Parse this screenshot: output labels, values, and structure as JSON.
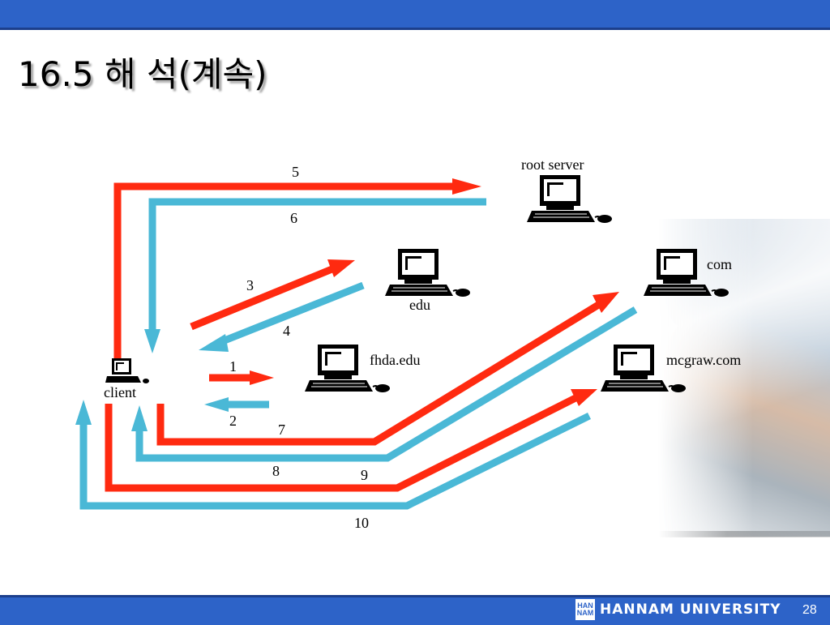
{
  "slide": {
    "title": "16.5 해 석(계속)",
    "page_number": "28"
  },
  "footer": {
    "university": "HANNAM UNIVERSITY",
    "logo_text": "HAN NAM"
  },
  "nodes": {
    "root": "root server",
    "edu": "edu",
    "com": "com",
    "fhda": "fhda.edu",
    "mcgraw": "mcgraw.com",
    "client": "client"
  },
  "steps": [
    "1",
    "2",
    "3",
    "4",
    "5",
    "6",
    "7",
    "8",
    "9",
    "10"
  ],
  "colors": {
    "query": "#ff2a10",
    "response": "#4ab8d6",
    "bar": "#2d63c8"
  }
}
